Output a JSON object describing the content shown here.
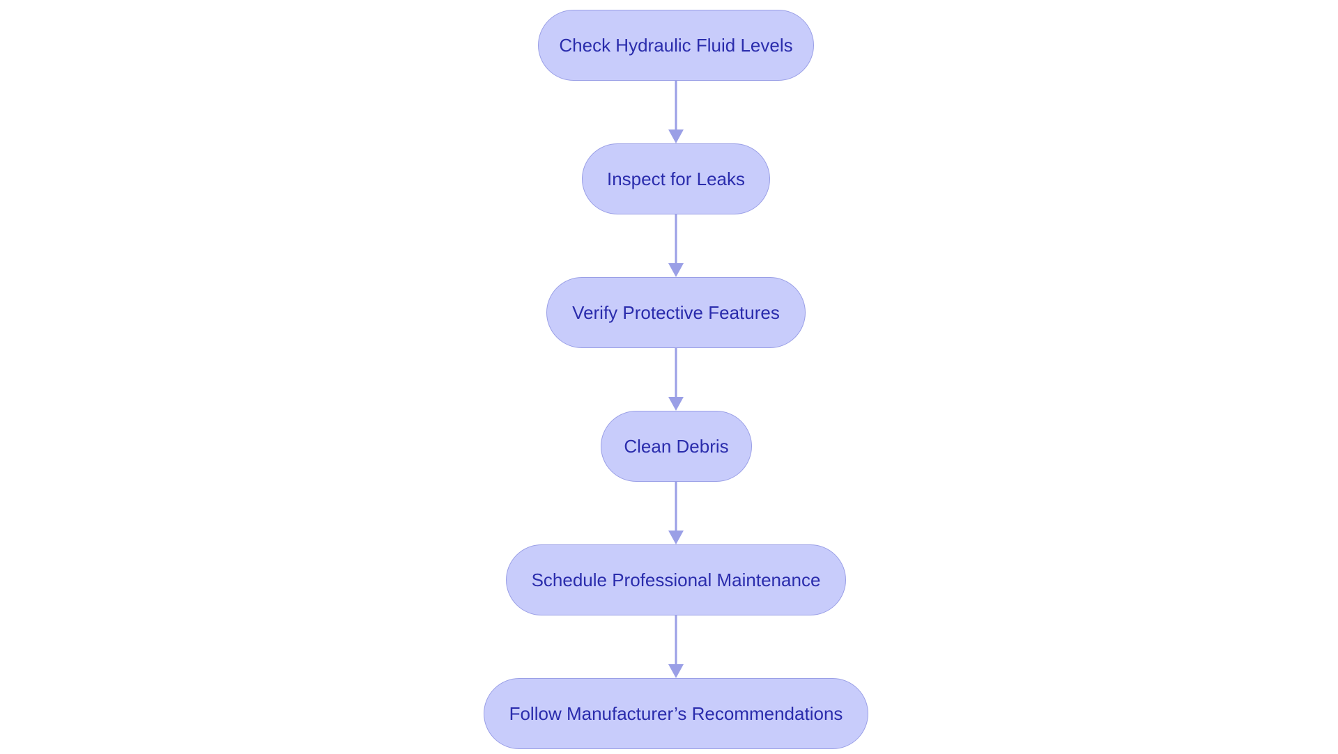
{
  "diagram": {
    "type": "flowchart",
    "direction": "top-to-bottom",
    "colors": {
      "node_fill": "#c8ccfb",
      "node_border": "#9a9fe6",
      "node_text": "#2a2cac",
      "edge": "#9a9fe6"
    },
    "nodes": [
      {
        "id": "n1",
        "label": "Check Hydraulic Fluid Levels"
      },
      {
        "id": "n2",
        "label": "Inspect for Leaks"
      },
      {
        "id": "n3",
        "label": "Verify Protective Features"
      },
      {
        "id": "n4",
        "label": "Clean Debris"
      },
      {
        "id": "n5",
        "label": "Schedule Professional Maintenance"
      },
      {
        "id": "n6",
        "label": "Follow Manufacturer’s Recommendations"
      }
    ],
    "edges": [
      {
        "from": "n1",
        "to": "n2"
      },
      {
        "from": "n2",
        "to": "n3"
      },
      {
        "from": "n3",
        "to": "n4"
      },
      {
        "from": "n4",
        "to": "n5"
      },
      {
        "from": "n5",
        "to": "n6"
      }
    ]
  }
}
